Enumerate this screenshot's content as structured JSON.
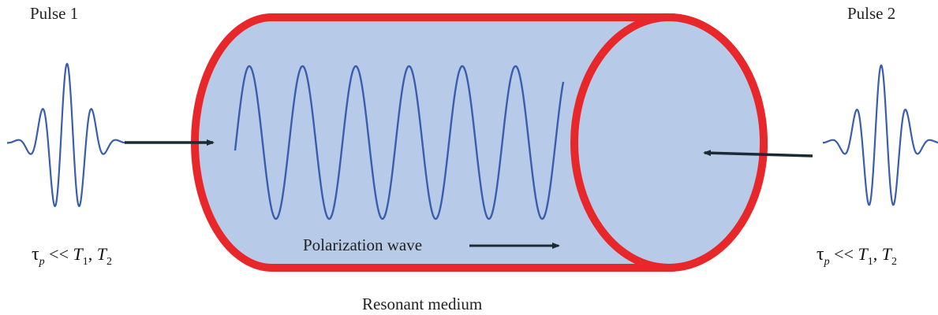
{
  "labels": {
    "pulse1": "Pulse 1",
    "pulse2": "Pulse 2",
    "polarization": "Polarization wave",
    "medium": "Resonant medium"
  },
  "condition": {
    "tau": "τ",
    "tau_sub": "p",
    "relation": " << ",
    "t": "T",
    "t1_sub": "1",
    "sep": ", ",
    "t2_sub": "2"
  },
  "colors": {
    "cylinder_fill": "#b7cbe8",
    "cylinder_edge": "#e8272b",
    "wave": "#3a5db0",
    "arrow": "#1c2b33"
  }
}
